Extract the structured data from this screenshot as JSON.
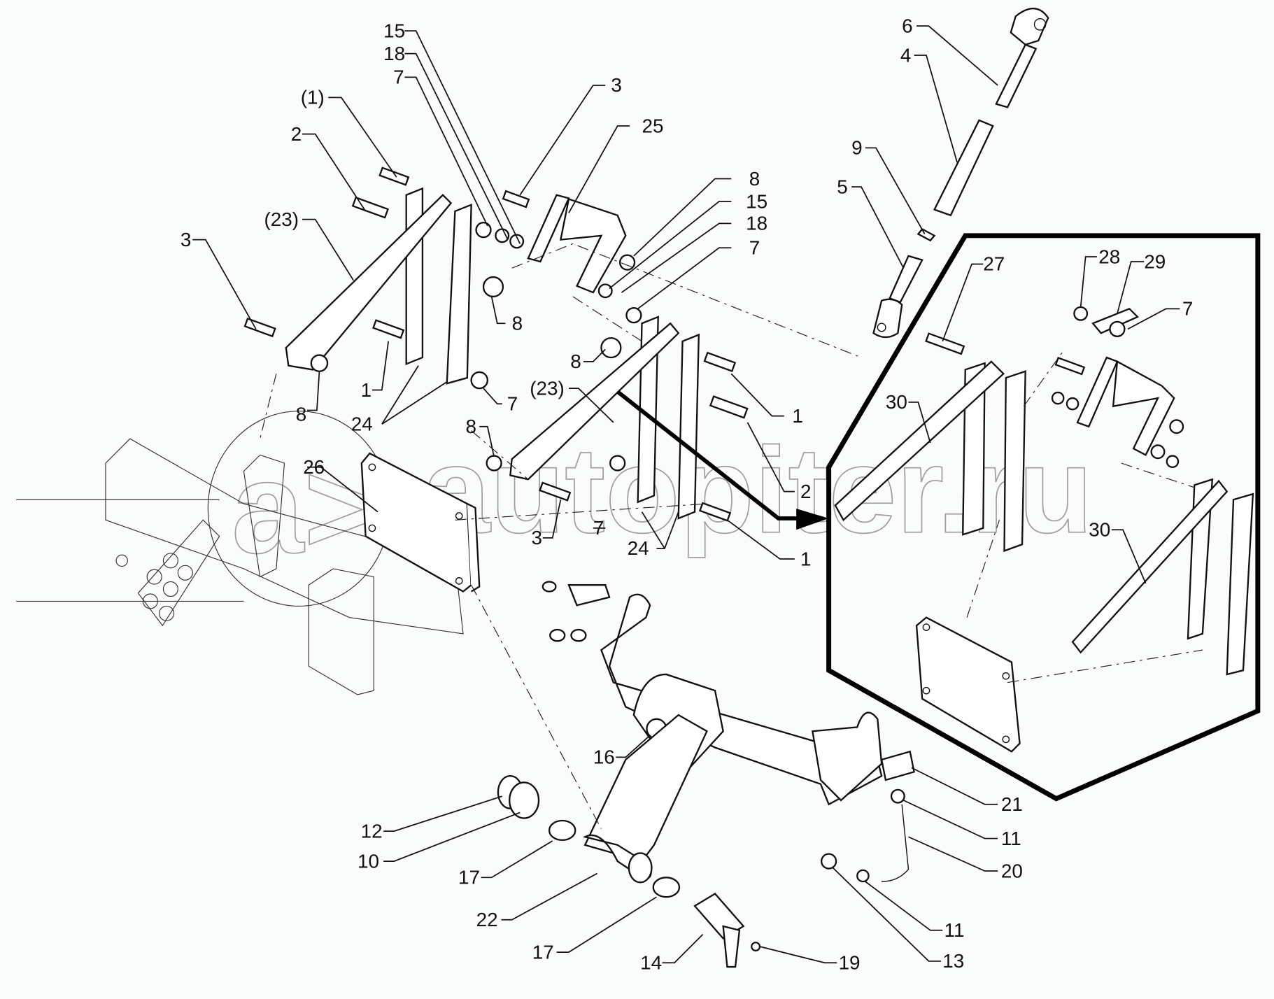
{
  "diagram": {
    "type": "exploded-parts-diagram",
    "watermark": "autopiter.ru",
    "watermark_logo": "a>",
    "callouts": [
      {
        "id": "c15a",
        "text": "15"
      },
      {
        "id": "c18a",
        "text": "18"
      },
      {
        "id": "c7a",
        "text": "7"
      },
      {
        "id": "c1p",
        "text": "(1)"
      },
      {
        "id": "c2a",
        "text": "2"
      },
      {
        "id": "c23a",
        "text": "(23)"
      },
      {
        "id": "c3a",
        "text": "3"
      },
      {
        "id": "c1a",
        "text": "1"
      },
      {
        "id": "c8a",
        "text": "8"
      },
      {
        "id": "c24a",
        "text": "24"
      },
      {
        "id": "c8b",
        "text": "8"
      },
      {
        "id": "c7b",
        "text": "7"
      },
      {
        "id": "c3b",
        "text": "3"
      },
      {
        "id": "c25",
        "text": "25"
      },
      {
        "id": "c8c",
        "text": "8"
      },
      {
        "id": "c15b",
        "text": "15"
      },
      {
        "id": "c18b",
        "text": "18"
      },
      {
        "id": "c7c",
        "text": "7"
      },
      {
        "id": "c8d",
        "text": "8"
      },
      {
        "id": "c23b",
        "text": "(23)"
      },
      {
        "id": "c1b",
        "text": "1"
      },
      {
        "id": "c8e",
        "text": "8"
      },
      {
        "id": "c2b",
        "text": "2"
      },
      {
        "id": "c26",
        "text": "26"
      },
      {
        "id": "c3c",
        "text": "3"
      },
      {
        "id": "c7d",
        "text": "7"
      },
      {
        "id": "c24b",
        "text": "24"
      },
      {
        "id": "c1c",
        "text": "1"
      },
      {
        "id": "c6",
        "text": "6"
      },
      {
        "id": "c4",
        "text": "4"
      },
      {
        "id": "c9",
        "text": "9"
      },
      {
        "id": "c5",
        "text": "5"
      },
      {
        "id": "c27",
        "text": "27"
      },
      {
        "id": "c28",
        "text": "28"
      },
      {
        "id": "c29",
        "text": "29"
      },
      {
        "id": "c7e",
        "text": "7"
      },
      {
        "id": "c30a",
        "text": "30"
      },
      {
        "id": "c30b",
        "text": "30"
      },
      {
        "id": "c16",
        "text": "16"
      },
      {
        "id": "c21",
        "text": "21"
      },
      {
        "id": "c11a",
        "text": "11"
      },
      {
        "id": "c20",
        "text": "20"
      },
      {
        "id": "c12",
        "text": "12"
      },
      {
        "id": "c10",
        "text": "10"
      },
      {
        "id": "c17a",
        "text": "17"
      },
      {
        "id": "c22",
        "text": "22"
      },
      {
        "id": "c17b",
        "text": "17"
      },
      {
        "id": "c14",
        "text": "14"
      },
      {
        "id": "c19",
        "text": "19"
      },
      {
        "id": "c11b",
        "text": "11"
      },
      {
        "id": "c13",
        "text": "13"
      }
    ]
  }
}
